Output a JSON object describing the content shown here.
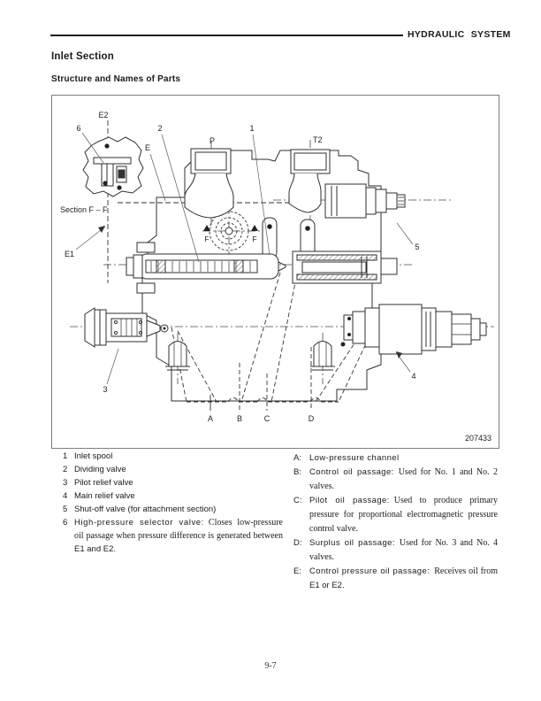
{
  "header": {
    "title": "HYDRAULIC SYSTEM"
  },
  "headings": {
    "section": "Inlet Section",
    "subsection": "Structure and Names of Parts"
  },
  "figure": {
    "number": "207433",
    "labels": {
      "e2": "E2",
      "n6": "6",
      "n2": "2",
      "e": "E",
      "p": "P",
      "n1": "1",
      "t2": "T2",
      "n5": "5",
      "section_ff": "Section F – F",
      "e1": "E1",
      "n3": "3",
      "n4": "4",
      "a": "A",
      "b": "B",
      "c": "C",
      "d": "D",
      "f_left": "F",
      "f_right": "F"
    }
  },
  "parts": [
    {
      "num": "1",
      "name": "Inlet spool",
      "desc": "",
      "desc_tail": ""
    },
    {
      "num": "2",
      "name": "Dividing valve",
      "desc": "",
      "desc_tail": ""
    },
    {
      "num": "3",
      "name": "Pilot relief valve",
      "desc": "",
      "desc_tail": ""
    },
    {
      "num": "4",
      "name": "Main relief valve",
      "desc": "",
      "desc_tail": ""
    },
    {
      "num": "5",
      "name": "Shut-off valve (for attachment section)",
      "desc": "",
      "desc_tail": ""
    },
    {
      "num": "6",
      "name": "High-pressure selector valve:",
      "desc": "Closes low-pressure oil passage when pressure difference is generated between",
      "desc_tail": "E1 and E2."
    }
  ],
  "passages": [
    {
      "key": "A:",
      "name": "Low-pressure channel",
      "desc": "",
      "desc_tail": ""
    },
    {
      "key": "B:",
      "name": "Control oil passage:",
      "desc": "Used for No. 1 and No. 2 valves.",
      "desc_tail": ""
    },
    {
      "key": "C:",
      "name": "Pilot oil passage:",
      "desc": "Used to produce primary pressure for proportional electromagnetic pressure control valve.",
      "desc_tail": ""
    },
    {
      "key": "D:",
      "name": "Surplus oil passage:",
      "desc": "Used for No. 3 and No. 4 valves.",
      "desc_tail": ""
    },
    {
      "key": "E:",
      "name": "Control pressure oil passage:",
      "desc": "Receives oil from",
      "desc_tail": "E1 or E2."
    }
  ],
  "footer": {
    "page_number": "9-7"
  }
}
